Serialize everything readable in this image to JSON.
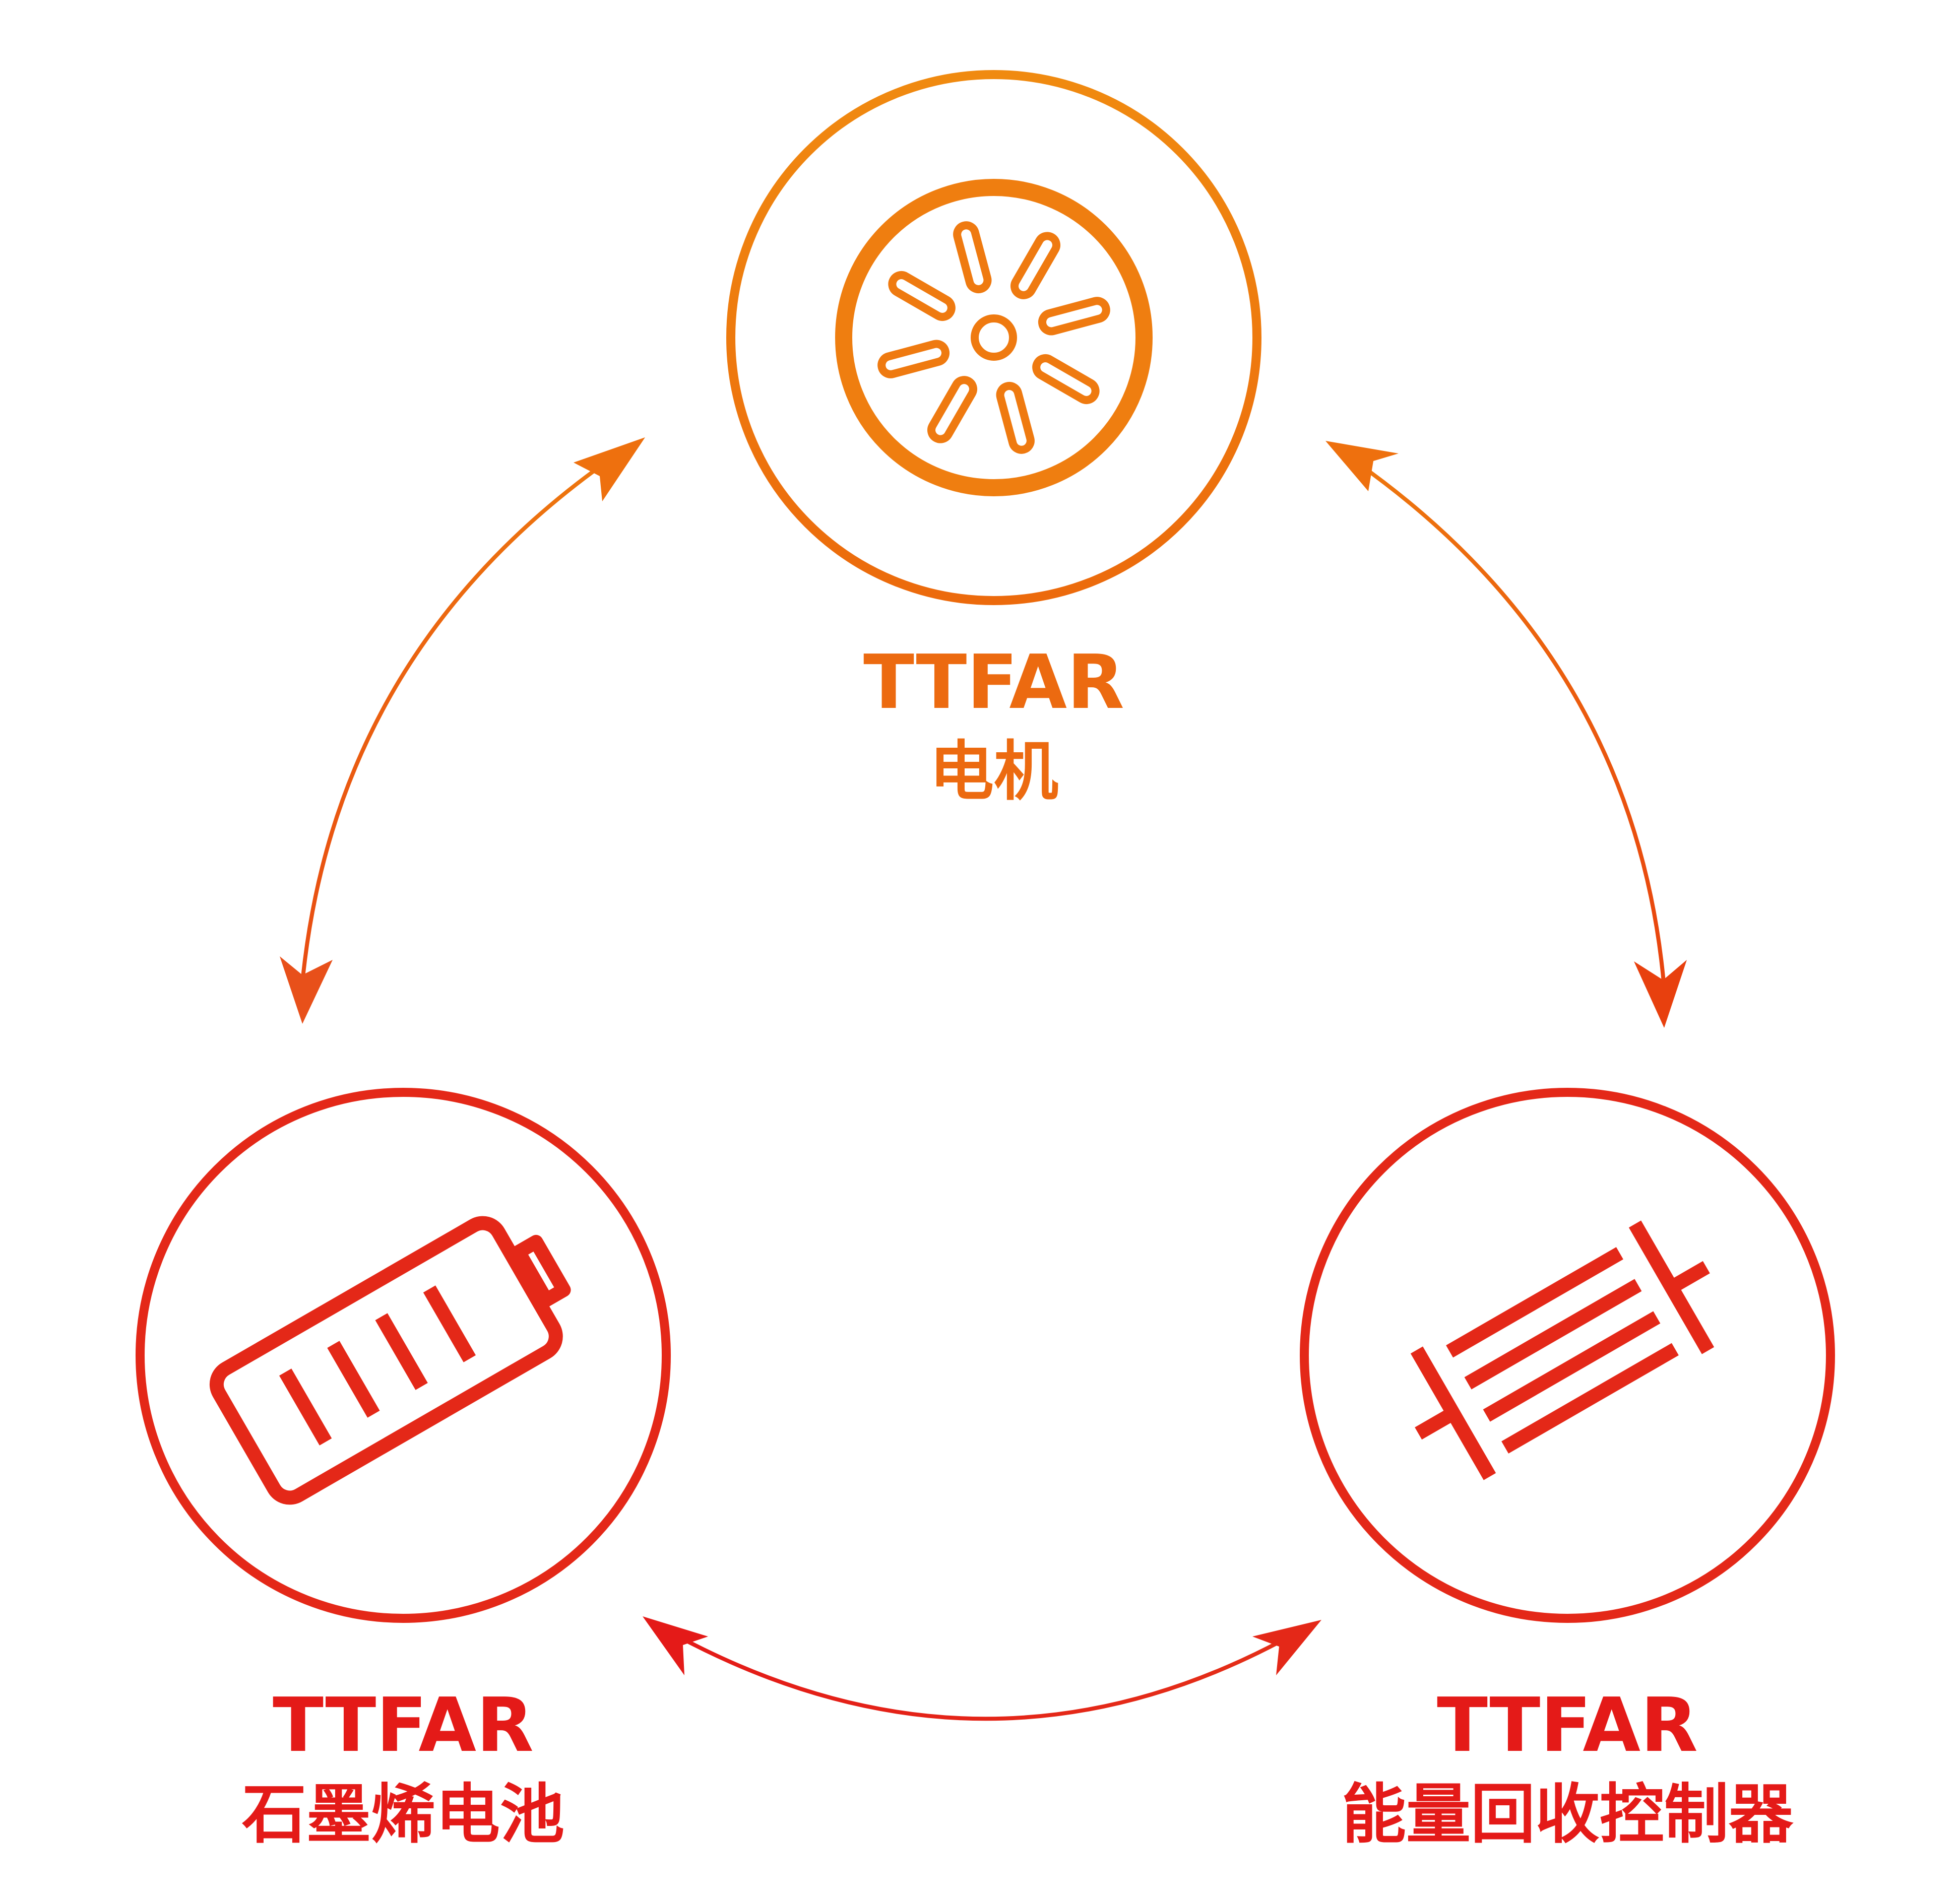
{
  "colors": {
    "orange": "#F08010",
    "red": "#E41A18",
    "background": "#FFFFFF"
  },
  "nodes": {
    "motor": {
      "brand": "TTFAR",
      "name": "电机",
      "icon": "motor-rotor-icon"
    },
    "battery": {
      "brand": "TTFAR",
      "name": "石墨烯电池",
      "icon": "battery-icon"
    },
    "controller": {
      "brand": "TTFAR",
      "name": "能量回收控制器",
      "icon": "resistor-controller-icon"
    }
  },
  "connections": [
    {
      "from": "motor",
      "to": "battery",
      "bidirectional": true
    },
    {
      "from": "motor",
      "to": "controller",
      "bidirectional": true
    },
    {
      "from": "battery",
      "to": "controller",
      "bidirectional": true
    }
  ]
}
